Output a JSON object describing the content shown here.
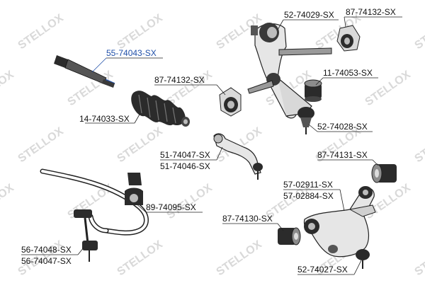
{
  "watermark": {
    "text": "STELLOX",
    "color": "#d9d9d9"
  },
  "colors": {
    "line": "#222222",
    "highlight": "#1f4fa8",
    "part_dark": "#2b2b2b",
    "part_mid": "#8c8c8c",
    "part_light": "#e6e6e6"
  },
  "labels": {
    "tie_rod": "55-74043-SX",
    "boot": "14-74033-SX",
    "upper_arm": "52-74029-SX",
    "upper_bush_right": "87-74132-SX",
    "upper_bush_mid": "87-74132-SX",
    "shaft_bush": "11-74053-SX",
    "ball_joint": "52-74028-SX",
    "idler_arm_a": "51-74047-SX",
    "idler_arm_b": "51-74046-SX",
    "lower_bush_right": "87-74131-SX",
    "stab_bush": "89-74095-SX",
    "lower_arm_a": "57-02911-SX",
    "lower_arm_b": "57-02884-SX",
    "lower_bush_left": "87-74130-SX",
    "stab_link_a": "56-74048-SX",
    "stab_link_b": "56-74047-SX",
    "lower_ball_joint": "52-74027-SX"
  }
}
